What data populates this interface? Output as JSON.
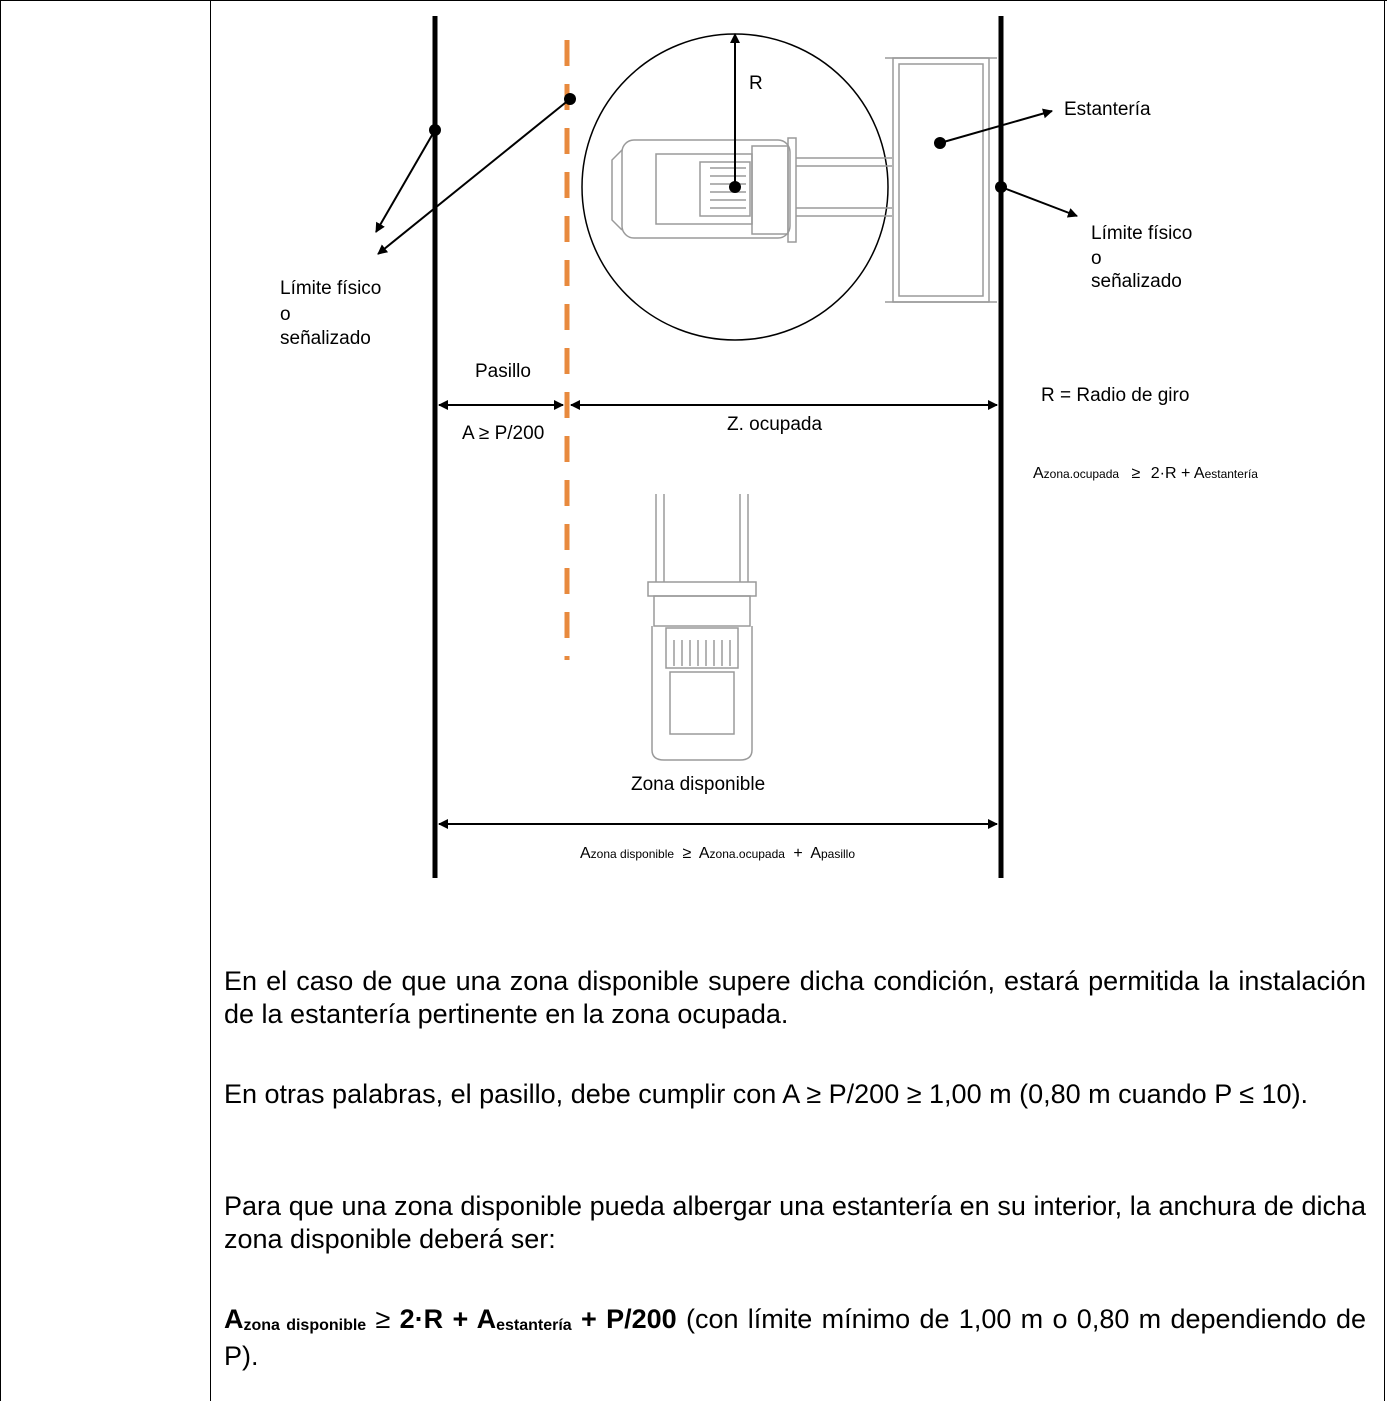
{
  "diagram": {
    "labels": {
      "radius": "R",
      "shelf": "Estantería",
      "limit_left": [
        "Límite físico",
        "o",
        "señalizado"
      ],
      "limit_right": [
        "Límite físico",
        "o",
        "señalizado"
      ],
      "aisle": "Pasillo",
      "aisle_width": "A ≥ P/200",
      "occupied_zone": "Z. ocupada",
      "radius_def": "R = Radio de giro",
      "available_zone": "Zona disponible"
    },
    "formula_occupied": {
      "a": "A",
      "a_sub": "zona.ocupada",
      "op": "≥",
      "expr": "2·R + A",
      "expr_sub": "estantería"
    },
    "formula_available": {
      "a": "A",
      "a_sub": "zona disponible",
      "op": "≥",
      "b": "A",
      "b_sub": "zona.ocupada",
      "plus": "+",
      "c": "A",
      "c_sub": "pasillo"
    },
    "colors": {
      "aisle_line": "#E88A3E",
      "lines": "#000000",
      "drawing": "#9a9a9a"
    }
  },
  "text": {
    "p1": "En el caso de que una zona disponible supere dicha condición, estará permitida la instalación de la estantería pertinente en la zona ocupada.",
    "p2": "En otras palabras, el pasillo, debe cumplir con A ≥ P/200 ≥ 1,00 m (0,80 m cuando P ≤ 10).",
    "p3": "Para que una zona disponible pueda albergar una estantería en su interior, la anchura de dicha zona disponible deberá ser:",
    "p4": {
      "a": "A",
      "a_sub": "zona disponible",
      "op": " ≥ ",
      "mid": " 2·R + A",
      "mid_sub": "estantería",
      "end": " + P/200",
      "rest": " (con límite mínimo de 1,00 m o 0,80 m dependiendo de P)."
    }
  }
}
